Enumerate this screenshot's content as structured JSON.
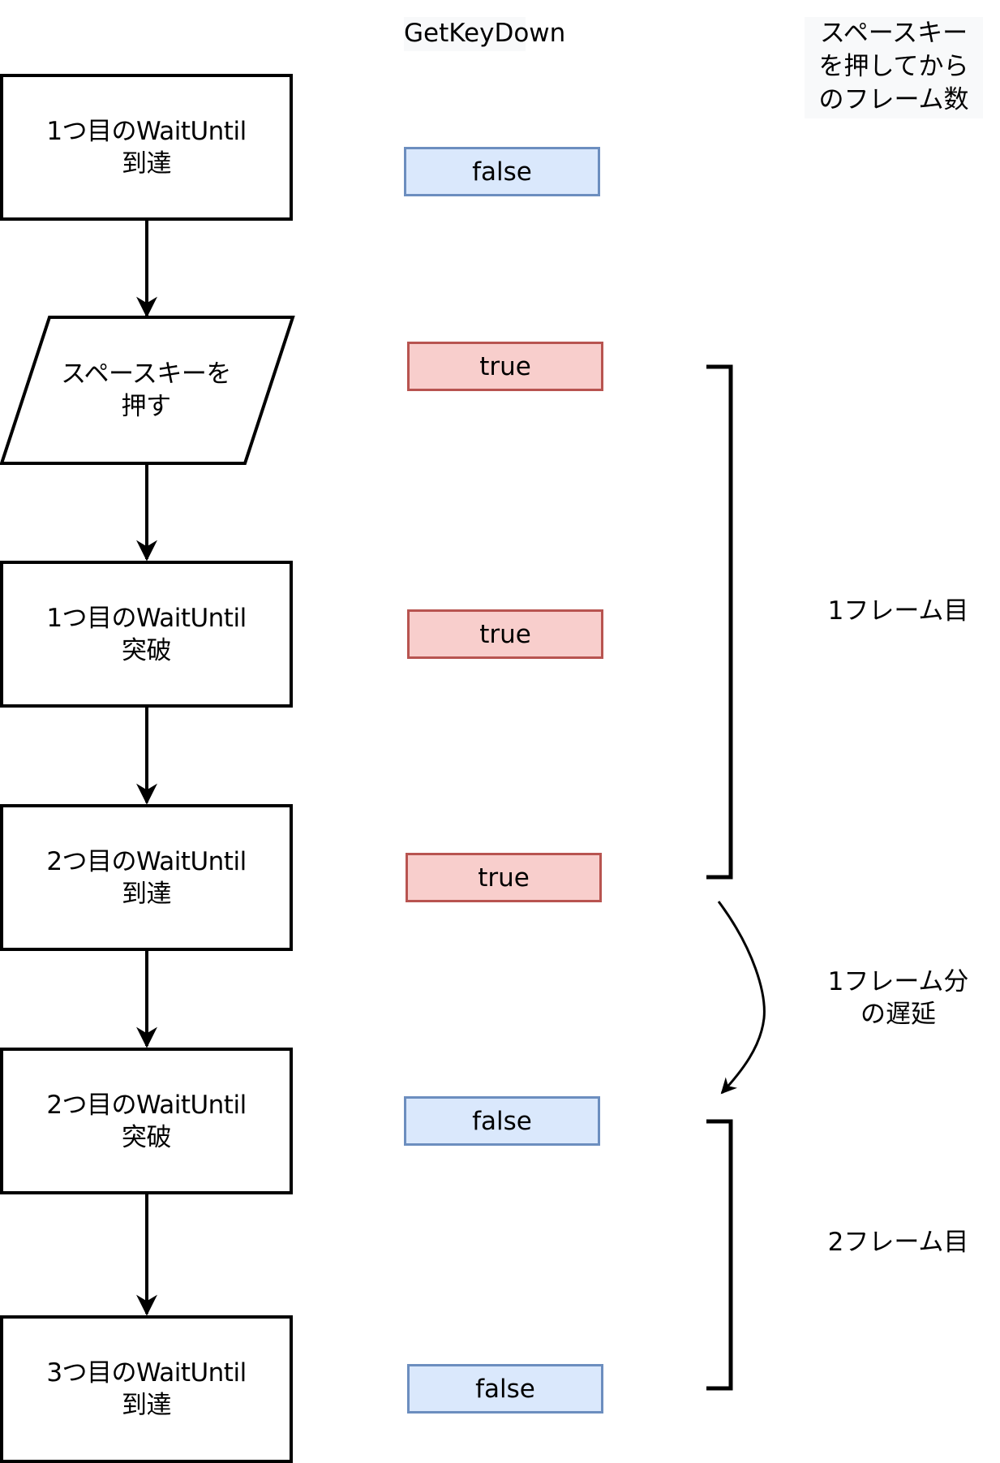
{
  "headers": {
    "getkeydown": "GetKeyDown",
    "frames_since_press": "スペースキー\nを押してから\nのフレーム数"
  },
  "flow_steps": [
    {
      "label": "1つ目のWaitUntil\n到達",
      "shape": "process"
    },
    {
      "label": "スペースキーを\n押す",
      "shape": "input"
    },
    {
      "label": "1つ目のWaitUntil\n突破",
      "shape": "process"
    },
    {
      "label": "2つ目のWaitUntil\n到達",
      "shape": "process"
    },
    {
      "label": "2つ目のWaitUntil\n突破",
      "shape": "process"
    },
    {
      "label": "3つ目のWaitUntil\n到達",
      "shape": "process"
    }
  ],
  "getkeydown_values": [
    {
      "value": "false",
      "state": "false"
    },
    {
      "value": "true",
      "state": "true"
    },
    {
      "value": "true",
      "state": "true"
    },
    {
      "value": "true",
      "state": "true"
    },
    {
      "value": "false",
      "state": "false"
    },
    {
      "value": "false",
      "state": "false"
    }
  ],
  "frame_groups": [
    {
      "label": "1フレーム目"
    },
    {
      "label": "2フレーム目"
    }
  ],
  "delay_annotation": "1フレーム分\nの遅延",
  "colors": {
    "false_fill": "#dae8fc",
    "false_stroke": "#6c8ebf",
    "true_fill": "#f8cecc",
    "true_stroke": "#b85450",
    "header_bg": "#f8f9fa",
    "line": "#000000"
  }
}
